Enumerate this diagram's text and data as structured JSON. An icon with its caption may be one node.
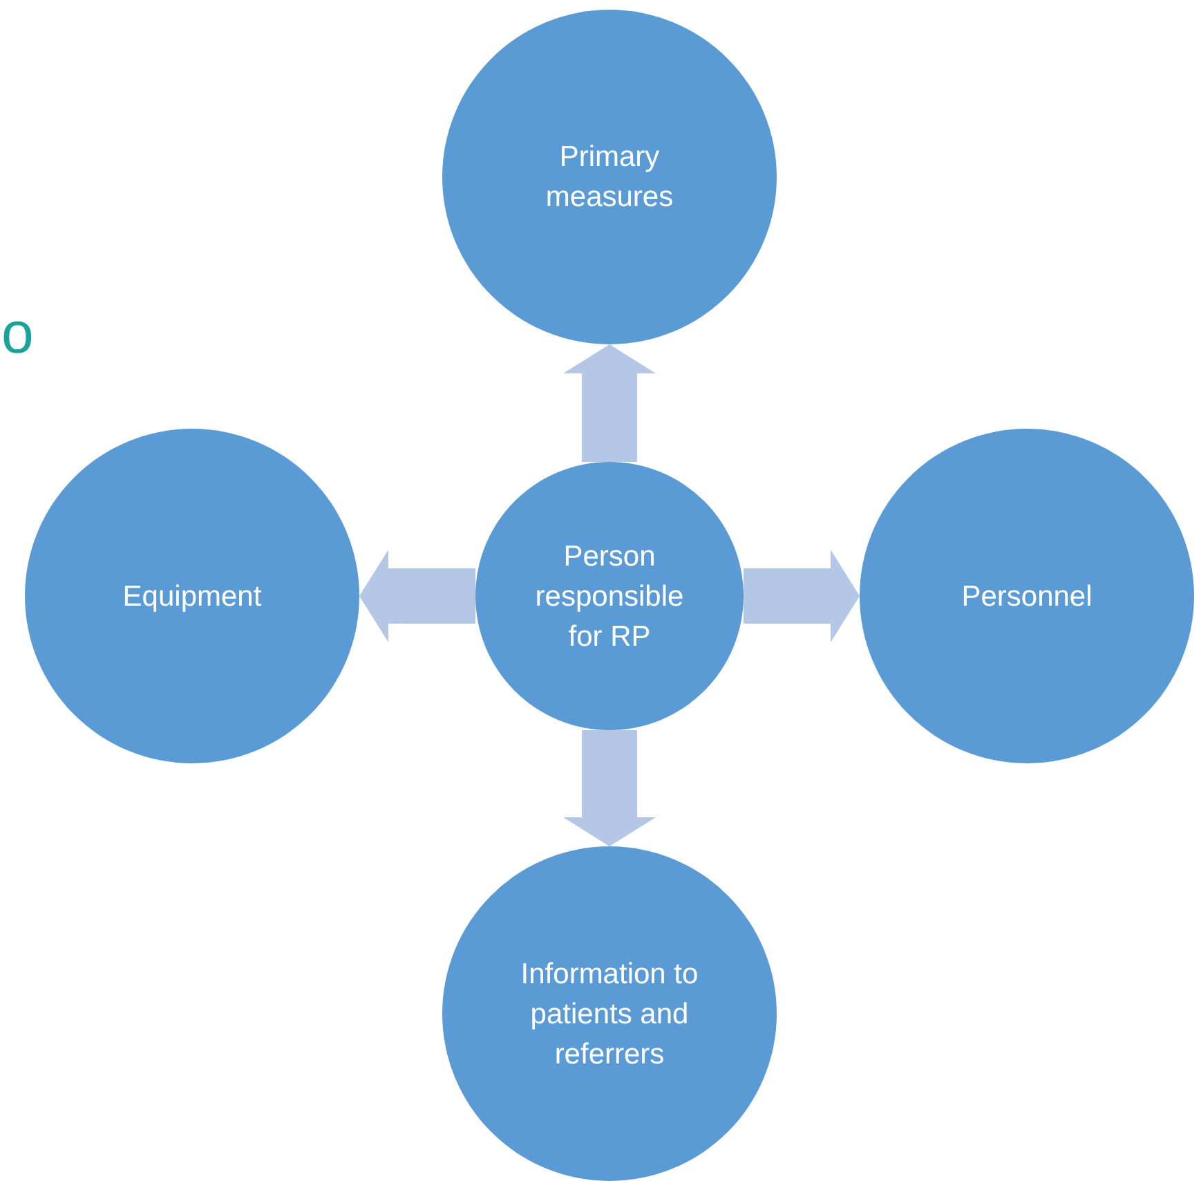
{
  "diagram": {
    "nodes": [
      {
        "text": [
          "Primary measures"
        ]
      },
      {
        "text": [
          "Equipment"
        ]
      },
      {
        "text": [
          "Person responsible for RP"
        ]
      },
      {
        "text": [
          "Personnel"
        ]
      },
      {
        "text": [
          "Information to patients and referrers"
        ]
      }
    ],
    "edges": [
      {
        "from": 2,
        "to": 0,
        "arrow": "to"
      },
      {
        "from": 2,
        "to": 1,
        "arrow": "to"
      },
      {
        "from": 2,
        "to": 3,
        "arrow": "to"
      },
      {
        "from": 2,
        "to": 4,
        "arrow": "to"
      }
    ],
    "labels": [
      "o"
    ]
  }
}
